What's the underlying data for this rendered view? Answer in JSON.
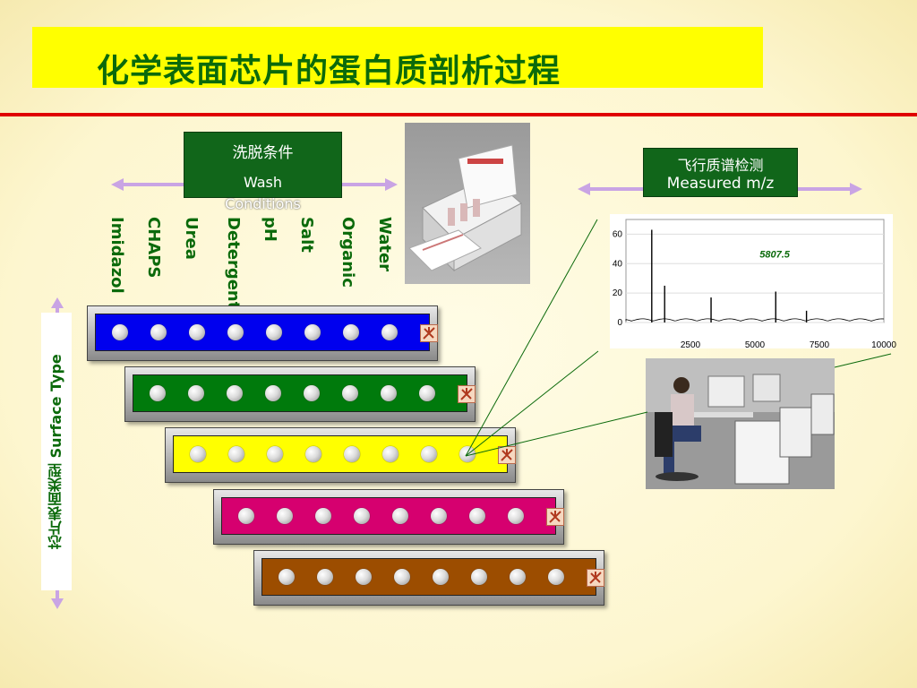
{
  "title": "化学表面芯片的蛋白质剖析过程",
  "wash": {
    "label_cn": "洗脱条件",
    "label_en": "Wash",
    "label_en2": "Conditions",
    "conditions": [
      "Imidazol",
      "CHAPS",
      "Urea",
      "Detergent",
      "pH",
      "Salt",
      "Organic",
      "Water"
    ]
  },
  "measured": {
    "label_cn": "飞行质谱检测",
    "label_en": "Measured m/z"
  },
  "surface_type_label": "芯片表面类型 Surface Type",
  "chips": [
    {
      "color": "#0000ee",
      "spots": 8
    },
    {
      "color": "#007a0c",
      "spots": 8
    },
    {
      "color": "#ffff00",
      "spots": 8
    },
    {
      "color": "#d6006f",
      "spots": 8
    },
    {
      "color": "#9c4d00",
      "spots": 8
    }
  ],
  "chart_data": {
    "type": "line",
    "title": "",
    "xlabel": "",
    "ylabel": "",
    "x_ticks": [
      2500,
      5000,
      7500,
      10000
    ],
    "y_ticks": [
      0,
      20,
      40,
      60
    ],
    "xlim": [
      0,
      10000
    ],
    "ylim": [
      0,
      70
    ],
    "annotation": "5807.5",
    "peaks": [
      {
        "x": 1000,
        "y": 63
      },
      {
        "x": 1500,
        "y": 25
      },
      {
        "x": 3300,
        "y": 17
      },
      {
        "x": 5807.5,
        "y": 21
      },
      {
        "x": 7000,
        "y": 8
      }
    ]
  },
  "colors": {
    "title_bar": "#ffff00",
    "title_text": "#0b6a0b",
    "divider": "#e00000",
    "label_box": "#11661a",
    "arrow": "#c9a4e4"
  }
}
